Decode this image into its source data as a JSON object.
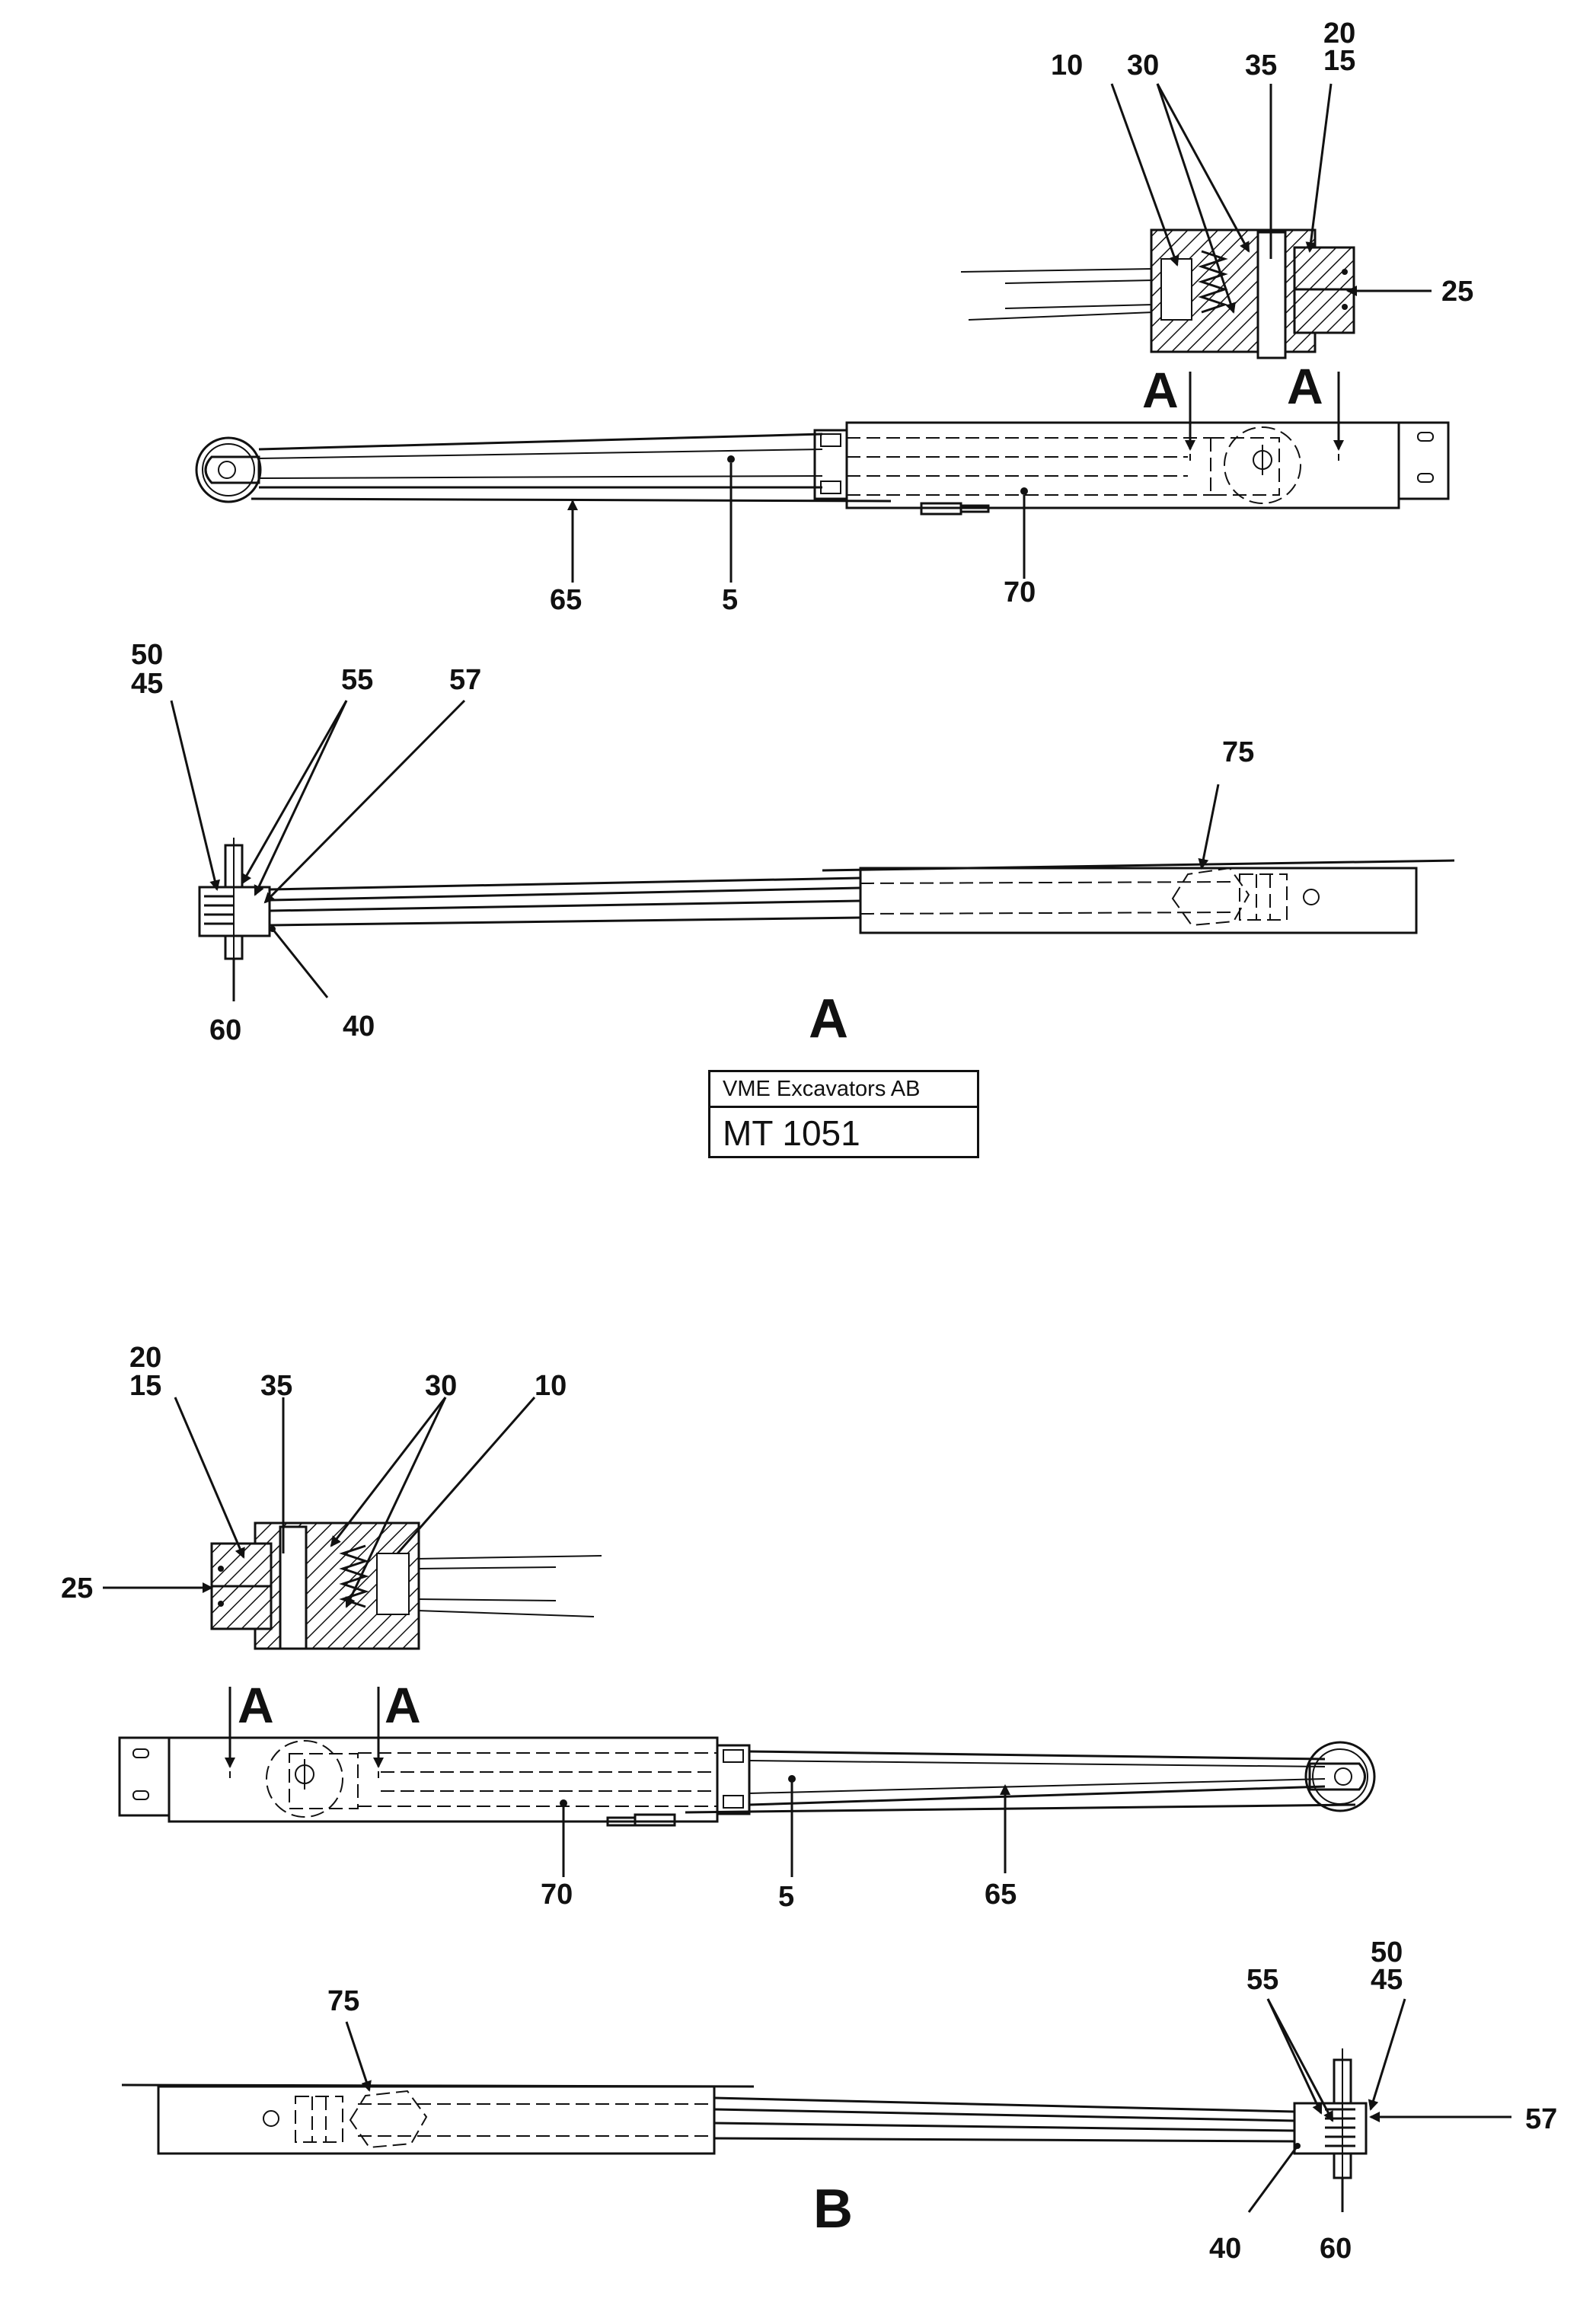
{
  "title_block": {
    "company": "VME Excavators AB",
    "drawing_number": "MT 1051"
  },
  "view_labels": {
    "view_a": "A",
    "view_b": "B",
    "section_marker": "A"
  },
  "callouts": {
    "upper_section": {
      "p10": "10",
      "p30": "30",
      "p35": "35",
      "p20": "20",
      "p15": "15",
      "p25": "25"
    },
    "upper_main": {
      "p65": "65",
      "p5": "5",
      "p70": "70"
    },
    "view_a_side": {
      "p50": "50",
      "p45": "45",
      "p55": "55",
      "p57": "57",
      "p75": "75",
      "p60": "60",
      "p40": "40"
    },
    "lower_section": {
      "p20": "20",
      "p15": "15",
      "p35": "35",
      "p30": "30",
      "p10": "10",
      "p25": "25"
    },
    "lower_main": {
      "p70": "70",
      "p5": "5",
      "p65": "65"
    },
    "view_b_side": {
      "p75": "75",
      "p55": "55",
      "p50": "50",
      "p45": "45",
      "p57": "57",
      "p40": "40",
      "p60": "60"
    }
  }
}
